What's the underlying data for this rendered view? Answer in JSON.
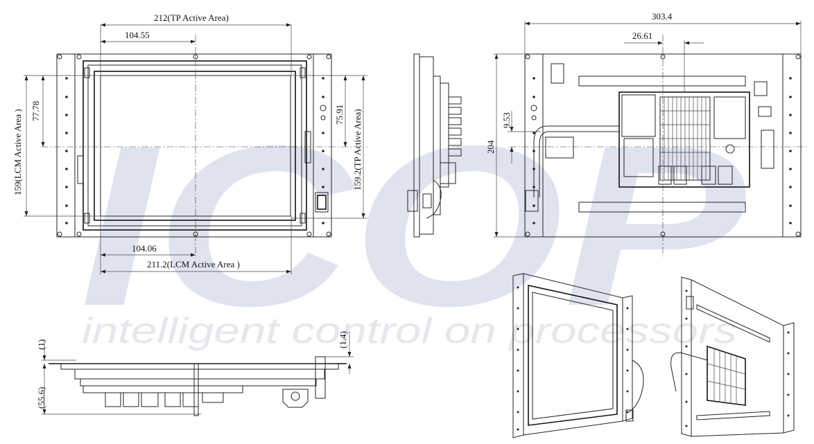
{
  "watermark": {
    "logo_text": "ICOP",
    "tagline": "intelligent control on processors",
    "color": "#dfe3f0"
  },
  "front_view": {
    "tp_width": "212(TP Active Area)",
    "left_offset_top": "104.55",
    "lcm_height": "159(LCM Active Area )",
    "half_height_left": "77.78",
    "half_height_right": "75.91",
    "tp_height": "159.2(TP Active Area)",
    "left_offset_bottom": "104.06",
    "lcm_width": "211.2(LCM Active Area )"
  },
  "rear_view": {
    "overall_width": "303.4",
    "center_offset": "26.61",
    "vertical_offset": "9.53",
    "overall_height": "204"
  },
  "bottom_view": {
    "top_gap": "(1)",
    "depth": "(55.6)",
    "right_gap": "(1.4)"
  }
}
